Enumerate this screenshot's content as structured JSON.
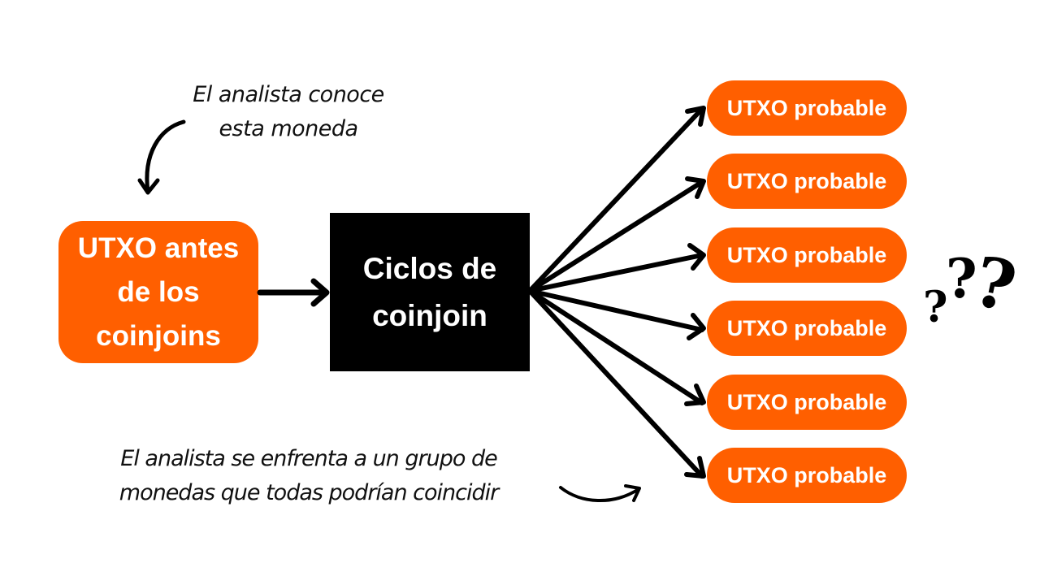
{
  "annotations": {
    "top": {
      "line1": "El analista conoce",
      "line2": "esta moneda"
    },
    "bottom": {
      "line1": "El analista se enfrenta a un grupo de",
      "line2": "monedas que todas podrían coincidir"
    }
  },
  "nodes": {
    "source": {
      "line1": "UTXO antes",
      "line2": "de los",
      "line3": "coinjoins"
    },
    "process": {
      "line1": "Ciclos de",
      "line2": "coinjoin"
    },
    "outputs": [
      {
        "label": "UTXO probable"
      },
      {
        "label": "UTXO probable"
      },
      {
        "label": "UTXO probable"
      },
      {
        "label": "UTXO probable"
      },
      {
        "label": "UTXO probable"
      },
      {
        "label": "UTXO probable"
      }
    ]
  },
  "decorations": {
    "question_marks": [
      "?",
      "?",
      "?"
    ]
  },
  "colors": {
    "accent": "#ff5f00",
    "process": "#000000",
    "text_on_accent": "#ffffff"
  }
}
